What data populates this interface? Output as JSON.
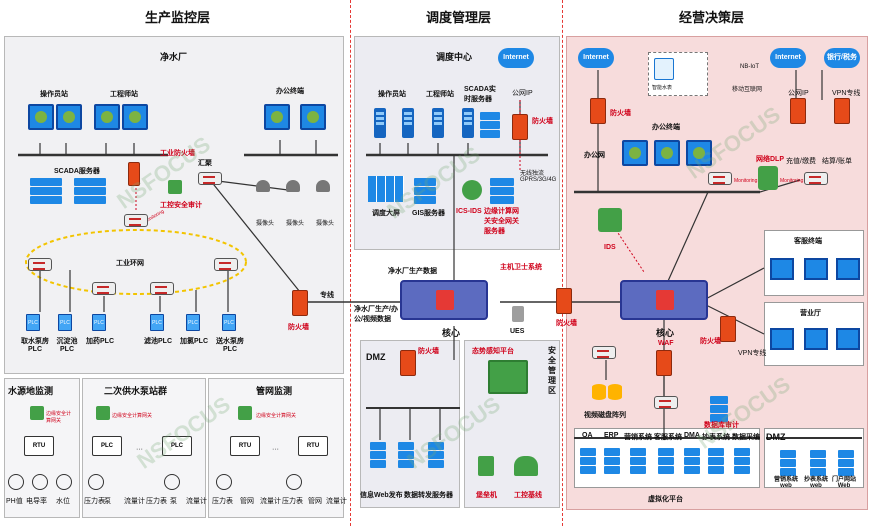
{
  "sections": {
    "production": "生产监控层",
    "dispatch": "调度管理层",
    "decision": "经营决策层"
  },
  "production": {
    "plant_title": "净水厂",
    "op_station": "操作员站",
    "eng_station": "工程师站",
    "office_terminal": "办公终端",
    "scada_server": "SCADA服务器",
    "industrial_fw": "工业防火墙",
    "audit": "工控安全审计",
    "converge": "汇聚",
    "industrial_ring": "工业环网",
    "monitoring": "Monitoring",
    "camera": "摄像头",
    "dedicated_line": "专线",
    "firewall": "防火墙",
    "plc_label": "PLC",
    "plcs": [
      "取水泵房PLC",
      "沉淀池PLC",
      "加药PLC",
      "滤池PLC",
      "加氯PLC",
      "送水泵房PLC"
    ]
  },
  "subzones": {
    "water_source": {
      "title": "水源地监测",
      "edge_gw": "边缘安全计算网关",
      "rtu": "RTU",
      "sensors": [
        "PH值",
        "电导率",
        "水位"
      ]
    },
    "pump": {
      "title": "二次供水泵站群",
      "edge_gw": "边缘安全计算网关",
      "plc": "PLC",
      "ellipsis": "···",
      "sensors": [
        "压力表",
        "泵",
        "流量计",
        "压力表",
        "泵",
        "流量计"
      ]
    },
    "pipe": {
      "title": "管网监测",
      "edge_gw": "边缘安全计算网关",
      "rtu": "RTU",
      "ellipsis": "···",
      "sensors": [
        "压力表",
        "管网",
        "流量计",
        "压力表",
        "管网",
        "流量计"
      ]
    }
  },
  "dispatch": {
    "center_title": "调度中心",
    "internet": "Internet",
    "public_ip": "公网IP",
    "op_station": "操作员站",
    "eng_station": "工程师站",
    "scada_rt": "SCADA实时服务器",
    "firewall": "防火墙",
    "wireless": "无线独流GPRS/3G/4G",
    "big_screen": "调度大屏",
    "gis": "GIS服务器",
    "ics_ids": "ICS-IDS",
    "edge_gw_server": "边缘计算网关安全网关服务器",
    "plant_prod_data": "净水厂生产数据",
    "host_guard": "主机卫士系统",
    "core": "核心",
    "plant_prod_office": "净水厂生产/办公/视频数据",
    "ues": "UES",
    "dmz": "DMZ",
    "dmz_fw": "防火墙",
    "web_pub": "信息Web发布",
    "data_fwd": "数据转发服务器",
    "sec_platform": "态势感知平台",
    "sec_mgmt_area": "安全管理区",
    "bastion": "堡垒机",
    "workorder": "工控基线"
  },
  "decision": {
    "internet": "Internet",
    "firewall": "防火墙",
    "office_terminal": "办公终端",
    "office_net": "办公网",
    "iot_nb": "NB-IoT",
    "mobile_net": "移动互联网",
    "smart_meter": "智能水表",
    "internet2": "Internet",
    "public_ip": "公网IP",
    "bank_tax": "银行/税务",
    "vpn_line": "VPN专线",
    "recharge": "充值/缴费",
    "settle": "结算/账单",
    "net_dlp": "网络DLP",
    "monitoring": "Monitoring",
    "ids": "IDS",
    "customer_terminal": "客服终端",
    "business_hall": "营业厅",
    "core": "核心",
    "waf": "WAF",
    "fw2": "防火墙",
    "vpn_line2": "VPN专线",
    "video_storage": "视频磁盘阵列",
    "db_audit": "数据库审计",
    "virt_platform": "虚拟化平台",
    "dmz": "DMZ",
    "apps": [
      "OA",
      "ERP",
      "营销系统",
      "客服系统",
      "DMA",
      "抄表系统",
      "数据采编"
    ],
    "dmz_web": [
      "营销系统web",
      "抄表系统web",
      "门户网站Web"
    ]
  },
  "watermark": "NSFOCUS"
}
